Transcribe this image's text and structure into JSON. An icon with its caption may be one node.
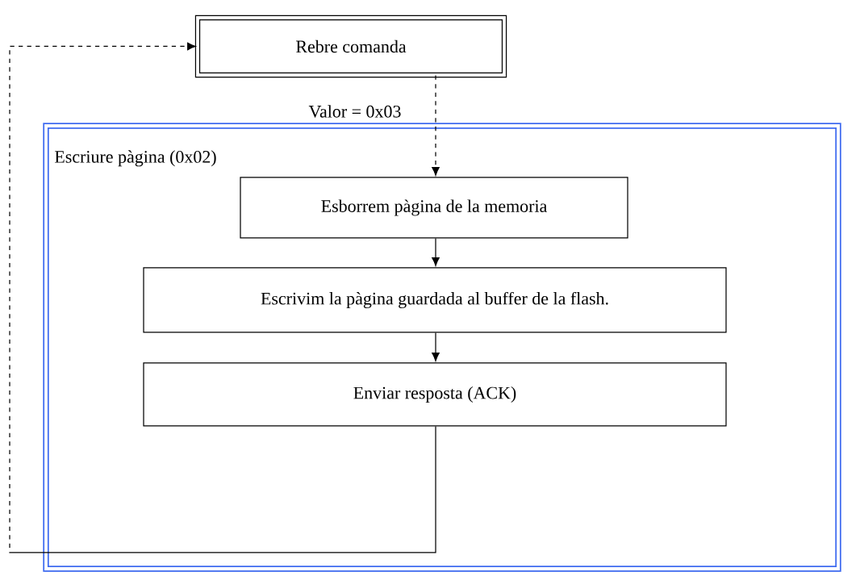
{
  "diagram": {
    "nodes": [
      {
        "text": [
          "Rebre comanda"
        ]
      },
      {
        "text": [
          "Escriure pàgina (0x02)"
        ]
      },
      {
        "text": [
          "Esborrem pàgina de la memoria"
        ],
        "in": 1
      },
      {
        "text": [
          "Escrivim la pàgina guardada al buffer de la flash."
        ],
        "in": 1
      },
      {
        "text": [
          "Enviar resposta (ACK)"
        ],
        "in": 1
      }
    ],
    "edges": [
      {
        "from": 0,
        "to": 2,
        "arrow": "to",
        "style": "dashed",
        "label": "Valor = 0x03"
      },
      {
        "from": 2,
        "to": 3,
        "arrow": "to"
      },
      {
        "from": 3,
        "to": 4,
        "arrow": "to"
      },
      {
        "from": 4,
        "to": 0,
        "arrow": "to",
        "style": "dashed"
      }
    ]
  }
}
